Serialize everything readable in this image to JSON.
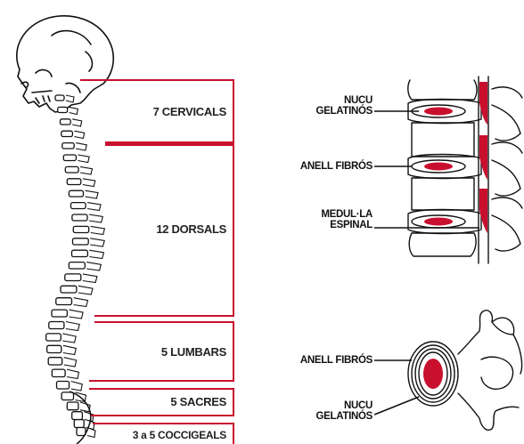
{
  "colors": {
    "accent_red": "#c8102e",
    "bone_outline": "#111111",
    "background": "#ffffff"
  },
  "spine_regions": [
    {
      "label": "7 CERVICALS"
    },
    {
      "label": "12 DORSALS"
    },
    {
      "label": "5 LUMBARS"
    },
    {
      "label": "5 SACRES"
    },
    {
      "label": "3 a 5 COCCIGEALS"
    }
  ],
  "side_view": {
    "nucleus_label": [
      "NUCU",
      "GELATINÓS"
    ],
    "annulus_label": "ANELL FIBRÓS",
    "cord_label": [
      "MEDUL·LA",
      "ESPINAL"
    ]
  },
  "top_view": {
    "annulus_label": "ANELL FIBRÓS",
    "nucleus_label": [
      "NUCU",
      "GELATINÓS"
    ]
  }
}
